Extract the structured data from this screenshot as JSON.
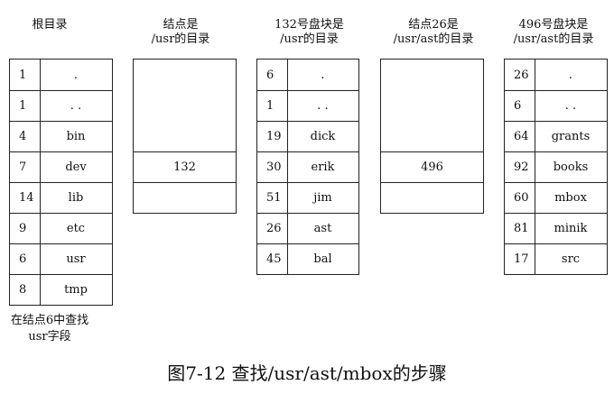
{
  "tables": [
    {
      "caption": "根目录",
      "rows": [
        [
          "1",
          "."
        ],
        [
          "1",
          ". ."
        ],
        [
          "4",
          "bin"
        ],
        [
          "7",
          "dev"
        ],
        [
          "14",
          "lib"
        ],
        [
          "9",
          "etc"
        ],
        [
          "6",
          "usr"
        ],
        [
          "8",
          "tmp"
        ]
      ]
    },
    {
      "caption": "结点是\n/usr的目录",
      "value": "132"
    },
    {
      "caption": "132号盘块是\n/usr的目录",
      "rows": [
        [
          "6",
          "."
        ],
        [
          "1",
          ". ."
        ],
        [
          "19",
          "dick"
        ],
        [
          "30",
          "erik"
        ],
        [
          "51",
          "jim"
        ],
        [
          "26",
          "ast"
        ],
        [
          "45",
          "bal"
        ]
      ]
    },
    {
      "caption": "结点26是\n/usr/ast的目录",
      "value": "496"
    },
    {
      "caption": "496号盘块是\n/usr/ast的目录",
      "rows": [
        [
          "26",
          "."
        ],
        [
          "6",
          ". ."
        ],
        [
          "64",
          "grants"
        ],
        [
          "92",
          "books"
        ],
        [
          "60",
          "mbox"
        ],
        [
          "81",
          "minik"
        ],
        [
          "17",
          "src"
        ]
      ]
    }
  ],
  "note": "在结点6中查找\nusr字段",
  "figure_title": "图7-12  查找/usr/ast/mbox的步骤"
}
